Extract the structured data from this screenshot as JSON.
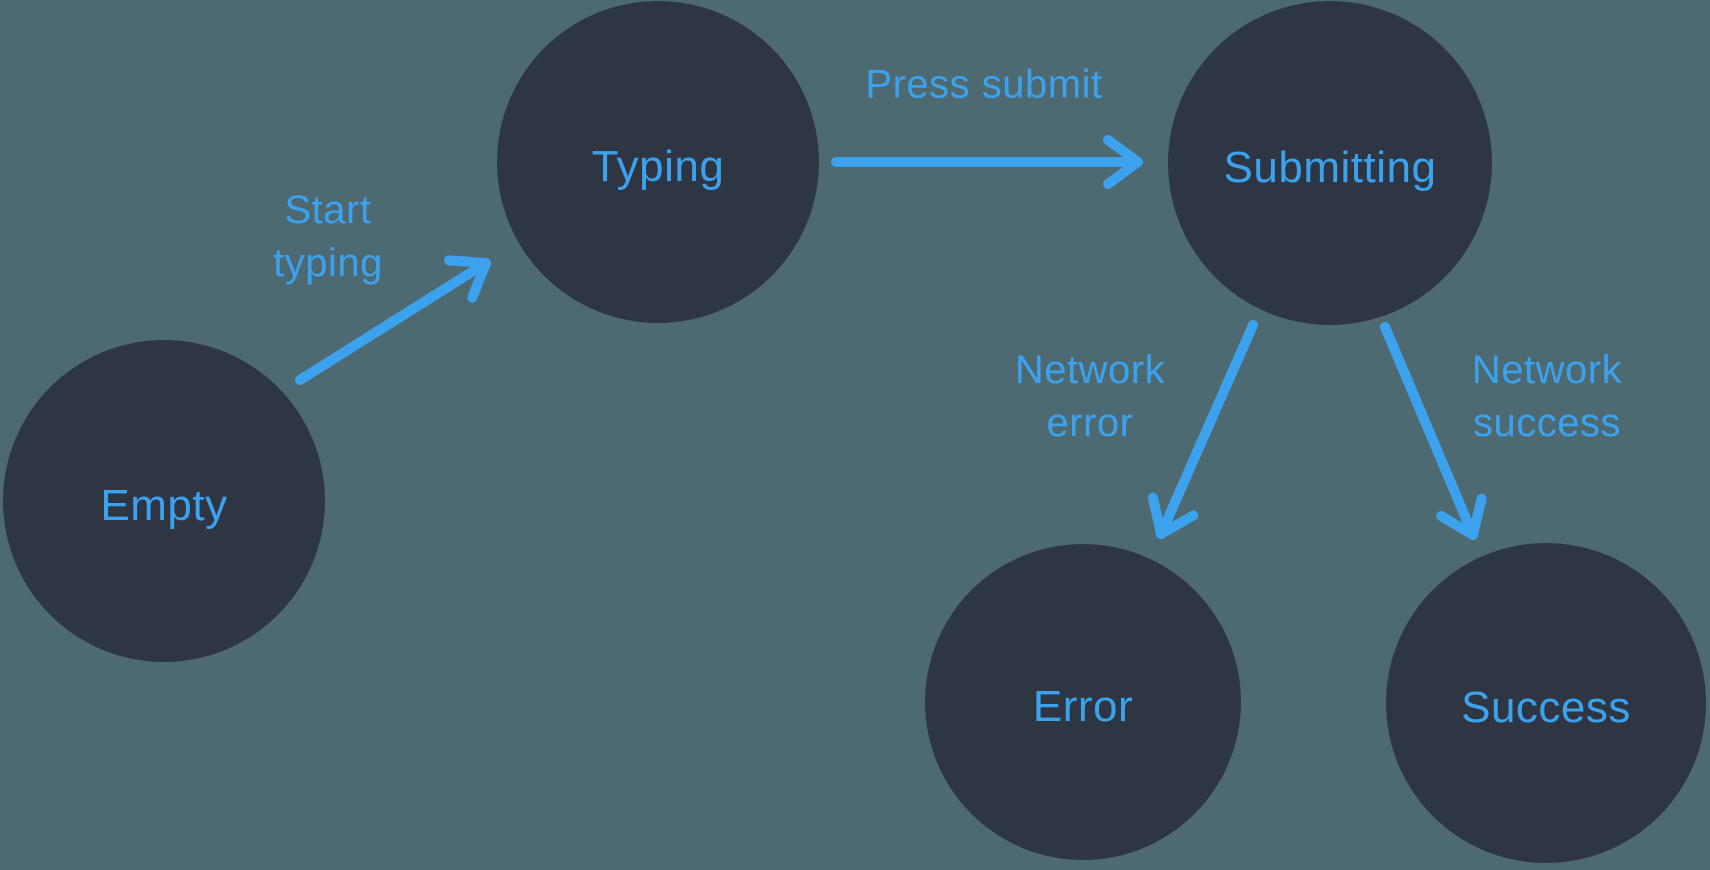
{
  "diagram": {
    "type": "state-machine",
    "colors": {
      "background": "#4d6a72",
      "node_fill": "#2e3643",
      "accent": "#3da2ee"
    },
    "nodes": [
      {
        "id": "empty",
        "label": "Empty"
      },
      {
        "id": "typing",
        "label": "Typing"
      },
      {
        "id": "submitting",
        "label": "Submitting"
      },
      {
        "id": "error",
        "label": "Error"
      },
      {
        "id": "success",
        "label": "Success"
      }
    ],
    "edges": [
      {
        "from": "empty",
        "to": "typing",
        "label": "Start typing"
      },
      {
        "from": "typing",
        "to": "submitting",
        "label": "Press submit"
      },
      {
        "from": "submitting",
        "to": "error",
        "label": "Network error"
      },
      {
        "from": "submitting",
        "to": "success",
        "label": "Network success"
      }
    ]
  }
}
